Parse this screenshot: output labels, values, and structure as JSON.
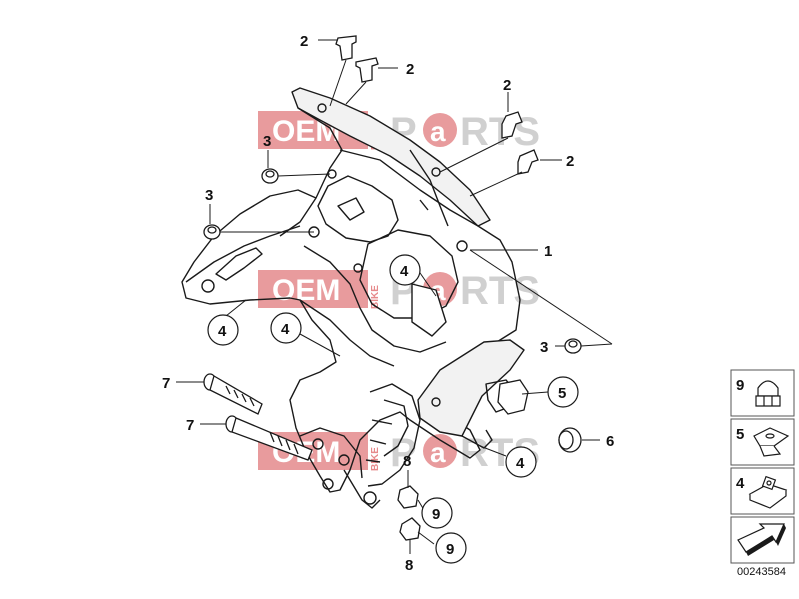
{
  "watermark": {
    "brand_left": "OEM",
    "brand_vertical": "BIKE",
    "brand_right_a": "P",
    "brand_right_b": "a",
    "brand_right_c": "RTS",
    "color_red": "#d9393b",
    "color_grey": "#c8c8c8"
  },
  "callouts": [
    {
      "id": "c2a",
      "label": "2"
    },
    {
      "id": "c2b",
      "label": "2"
    },
    {
      "id": "c2c",
      "label": "2"
    },
    {
      "id": "c2d",
      "label": "2"
    },
    {
      "id": "c3a",
      "label": "3"
    },
    {
      "id": "c3b",
      "label": "3"
    },
    {
      "id": "c1",
      "label": "1"
    },
    {
      "id": "c4a",
      "label": "4"
    },
    {
      "id": "c4b",
      "label": "4"
    },
    {
      "id": "c4c",
      "label": "4"
    },
    {
      "id": "c4d",
      "label": "4"
    },
    {
      "id": "c3c",
      "label": "3"
    },
    {
      "id": "c5",
      "label": "5"
    },
    {
      "id": "c6",
      "label": "6"
    },
    {
      "id": "c7a",
      "label": "7"
    },
    {
      "id": "c7b",
      "label": "7"
    },
    {
      "id": "c8a",
      "label": "8"
    },
    {
      "id": "c9a",
      "label": "9"
    },
    {
      "id": "c9b",
      "label": "9"
    },
    {
      "id": "c8b",
      "label": "8"
    }
  ],
  "legend": [
    {
      "label": "9",
      "icon": "cap-nut-icon"
    },
    {
      "label": "5",
      "icon": "spring-clip-icon"
    },
    {
      "label": "4",
      "icon": "clip-nut-icon"
    },
    {
      "label": "",
      "icon": "arrow-icon"
    }
  ],
  "diagram_id": "00243584"
}
